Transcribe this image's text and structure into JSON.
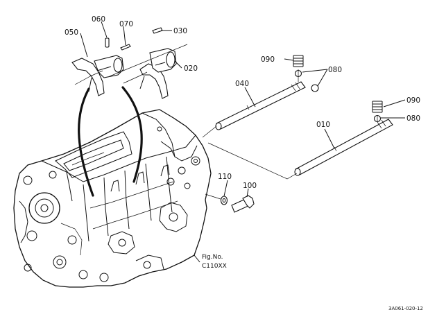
{
  "parts": [
    {
      "id": "p010",
      "label": "010"
    },
    {
      "id": "p020",
      "label": "020"
    },
    {
      "id": "p030",
      "label": "030"
    },
    {
      "id": "p040",
      "label": "040"
    },
    {
      "id": "p050",
      "label": "050"
    },
    {
      "id": "p060",
      "label": "060"
    },
    {
      "id": "p070",
      "label": "070"
    },
    {
      "id": "p080a",
      "label": "080"
    },
    {
      "id": "p080b",
      "label": "080"
    },
    {
      "id": "p090a",
      "label": "090"
    },
    {
      "id": "p090b",
      "label": "090"
    },
    {
      "id": "p100",
      "label": "100"
    },
    {
      "id": "p110",
      "label": "110"
    }
  ],
  "figure_note": {
    "line1": "Fig.No.",
    "line2": "C110XX"
  },
  "drawing_code": "3A061-020-12"
}
